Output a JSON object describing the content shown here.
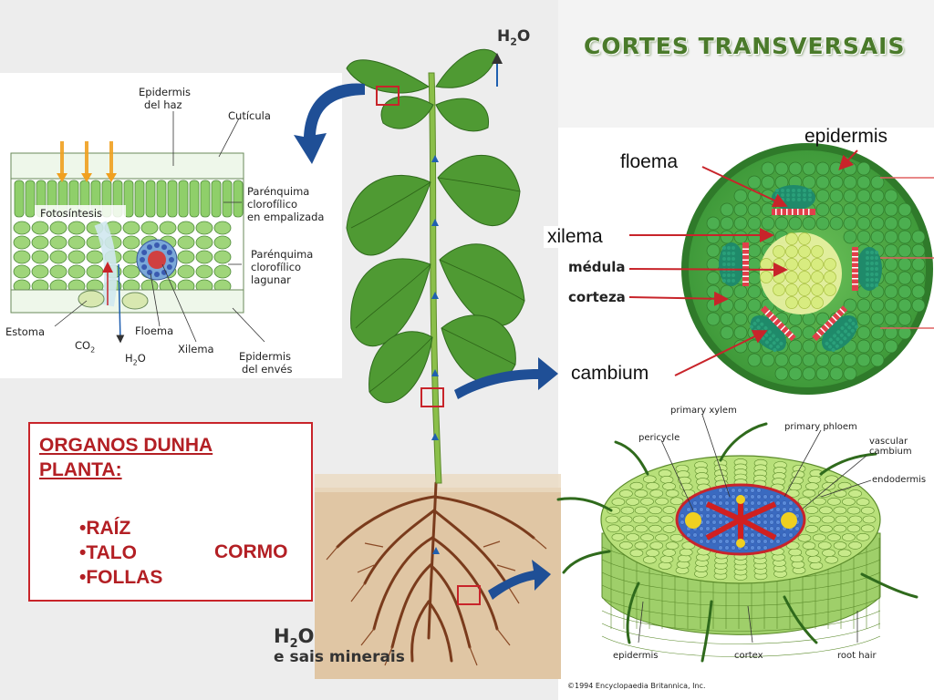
{
  "title": "CORTES TRANSVERSAIS",
  "organos": {
    "title_line1": "ORGANOS DUNHA",
    "title_line2": "PLANTA:",
    "items": [
      "•RAÍZ",
      "•TALO",
      "•FOLLAS"
    ],
    "group_label": "CORMO"
  },
  "leaf_diagram": {
    "labels": {
      "epidermis_haz_1": "Epidermis",
      "epidermis_haz_2": "del haz",
      "cuticula": "Cutícula",
      "fotosintesis": "Fotosíntesis",
      "empalizada_1": "Parénquima",
      "empalizada_2": "clorofílico",
      "empalizada_3": "en empalizada",
      "lagunar_1": "Parénquima",
      "lagunar_2": "clorofílico",
      "lagunar_3": "lagunar",
      "estoma": "Estoma",
      "co2": "CO",
      "co2_sub": "2",
      "h2o": "H",
      "h2o_sub": "2",
      "h2o_o": "O",
      "floema": "Floema",
      "xilema": "Xilema",
      "epidermis_enves_1": "Epidermis",
      "epidermis_enves_2": "del envés"
    }
  },
  "plant_diagram": {
    "h2o_top": "H",
    "h2o_top_sub": "2",
    "h2o_top_o": "O",
    "h2o_bottom": "H",
    "h2o_bottom_sub": "2",
    "h2o_bottom_o": "O",
    "sais": "e sais minerais"
  },
  "stem_diagram": {
    "labels": {
      "epidermis": "epidermis",
      "floema": "floema",
      "xilema": "xilema",
      "medula": "médula",
      "corteza": "corteza",
      "cambium": "cambium"
    }
  },
  "root_diagram": {
    "labels": {
      "primary_xylem": "primary xylem",
      "primary_phloem": "primary phloem",
      "pericycle": "pericycle",
      "vascular_cambium_1": "vascular",
      "vascular_cambium_2": "cambium",
      "endodermis": "endodermis",
      "epidermis": "epidermis",
      "cortex": "cortex",
      "root_hair": "root hair"
    },
    "copyright": "©1994 Encyclopaedia Britannica, Inc."
  },
  "colors": {
    "accent_red": "#b31f24",
    "title_green": "#4a7a2a",
    "leaf_green": "#3f8a2a",
    "cell_green": "#4caf50",
    "arrow_blue": "#1f4f96",
    "root_brown": "#7a3b1c"
  }
}
